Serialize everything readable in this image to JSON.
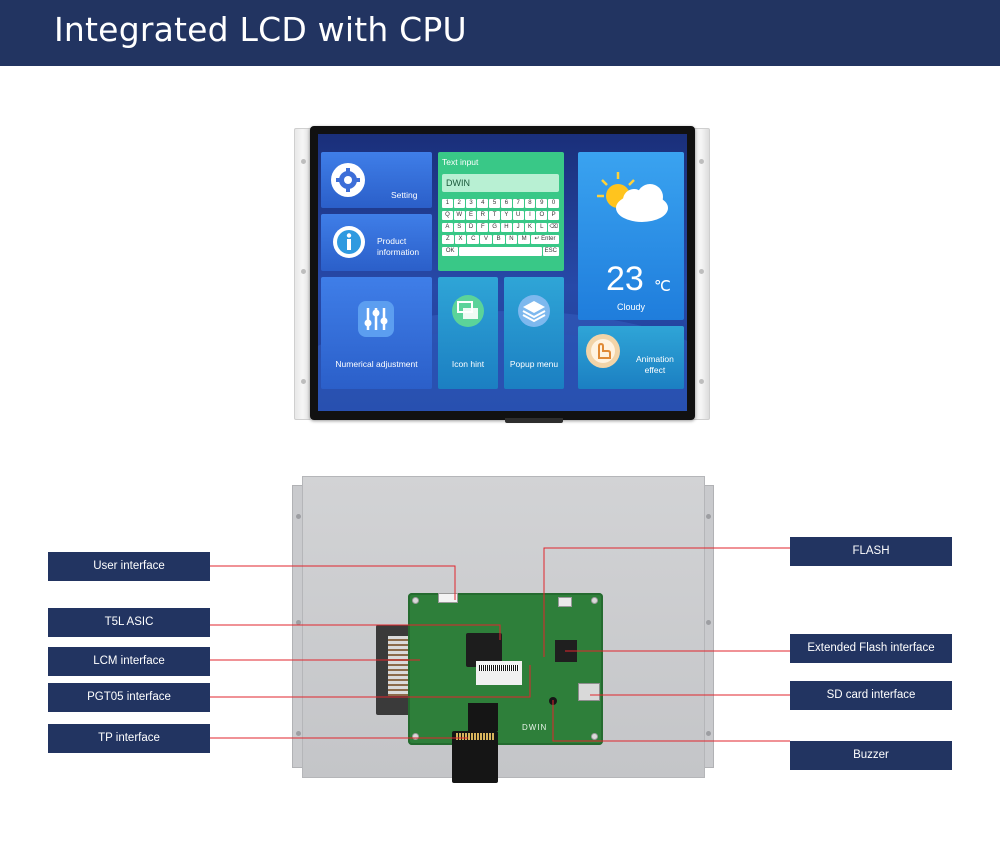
{
  "header": {
    "title": "Integrated LCD with CPU"
  },
  "lcd_screen": {
    "setting_label": "Setting",
    "product_label": "Product\ninformation",
    "text_input_label": "Text input",
    "text_input_value": "DWIN",
    "keyboard_rows": [
      [
        "1",
        "2",
        "3",
        "4",
        "5",
        "6",
        "7",
        "8",
        "9",
        "0"
      ],
      [
        "Q",
        "W",
        "E",
        "R",
        "T",
        "Y",
        "U",
        "I",
        "O",
        "P"
      ],
      [
        "A",
        "S",
        "D",
        "F",
        "G",
        "H",
        "J",
        "K",
        "L",
        "⌫"
      ],
      [
        "Z",
        "X",
        "C",
        "V",
        "B",
        "N",
        "M",
        "↵ Enter"
      ],
      [
        "OK",
        "",
        "",
        "",
        "",
        "",
        "",
        "",
        "ESC"
      ]
    ],
    "numerical_label": "Numerical adjustment",
    "icon_hint_label": "Icon hint",
    "popup_menu_label": "Popup menu",
    "weather_temp": "23",
    "weather_unit": "℃",
    "weather_desc": "Cloudy",
    "animation_label": "Animation\neffect"
  },
  "pcb": {
    "brand": "DWIN"
  },
  "callouts": {
    "user_interface": "User interface",
    "t5l_asic": "T5L ASIC",
    "lcm_interface": "LCM interface",
    "pgt05_interface": "PGT05 interface",
    "tp_interface": "TP interface",
    "flash": "FLASH",
    "extended_flash_interface": "Extended Flash interface",
    "sd_card_interface": "SD card interface",
    "buzzer": "Buzzer"
  },
  "colors": {
    "header_bg": "#223461",
    "callout_bg": "#223461",
    "leader_line": "#e0262d",
    "pcb_green": "#2e7f3a"
  }
}
